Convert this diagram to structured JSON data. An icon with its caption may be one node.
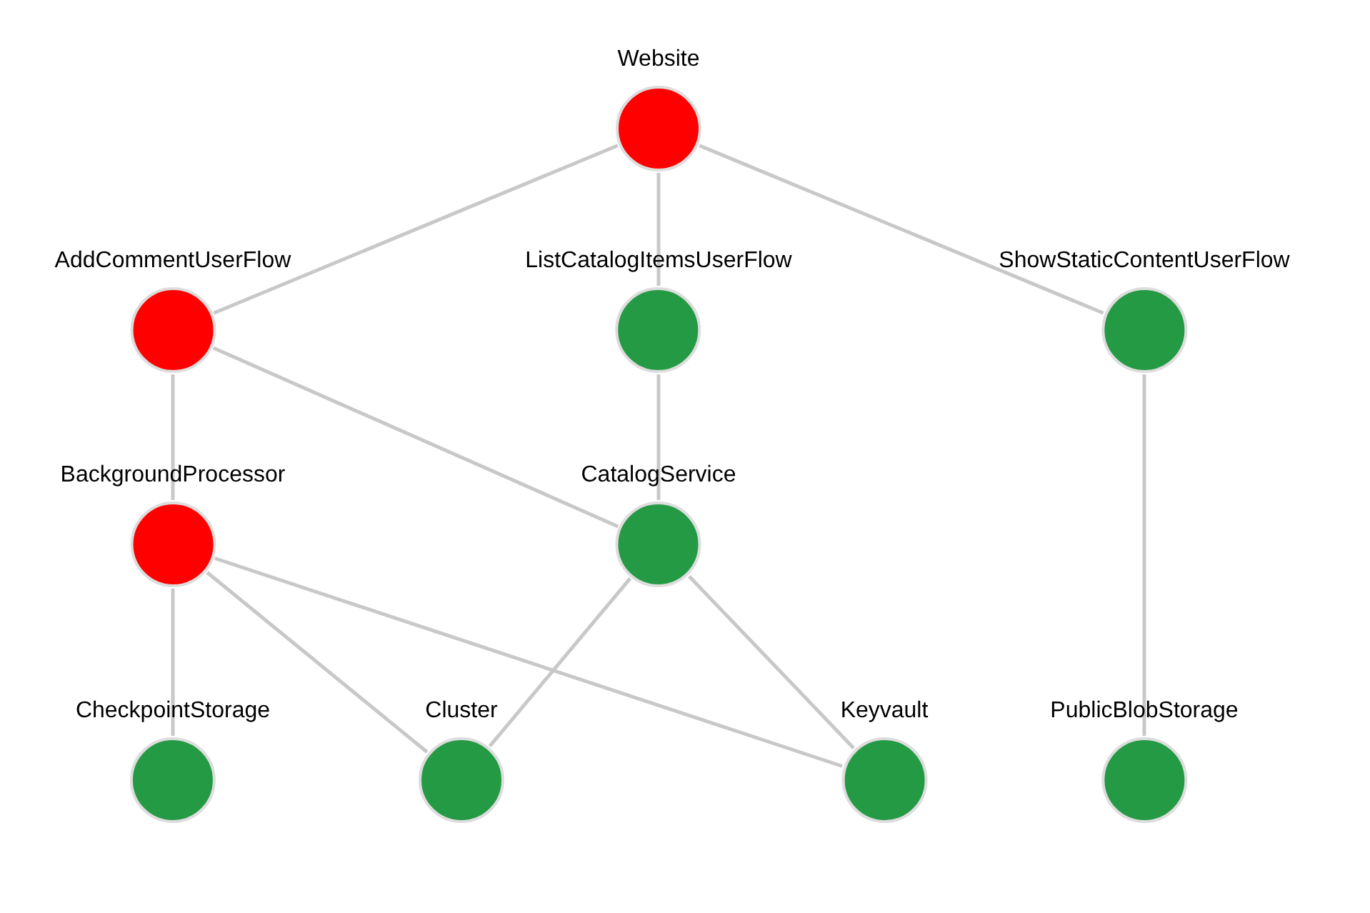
{
  "diagram": {
    "nodes": [
      {
        "text": [
          "Website"
        ]
      },
      {
        "text": [
          "AddCommentUserFlow"
        ]
      },
      {
        "text": [
          "ListCatalogItemsUserFlow"
        ]
      },
      {
        "text": [
          "ShowStaticContentUserFlow"
        ]
      },
      {
        "text": [
          "BackgroundProcessor"
        ]
      },
      {
        "text": [
          "CatalogService"
        ]
      },
      {
        "text": [
          "CheckpointStorage"
        ]
      },
      {
        "text": [
          "Cluster"
        ]
      },
      {
        "text": [
          "Keyvault"
        ]
      },
      {
        "text": [
          "PublicBlobStorage"
        ]
      }
    ],
    "edges": [
      {
        "from": 0,
        "to": 1,
        "arrow": "none"
      },
      {
        "from": 0,
        "to": 2,
        "arrow": "none"
      },
      {
        "from": 0,
        "to": 3,
        "arrow": "none"
      },
      {
        "from": 1,
        "to": 4,
        "arrow": "none"
      },
      {
        "from": 1,
        "to": 5,
        "arrow": "none"
      },
      {
        "from": 2,
        "to": 5,
        "arrow": "none"
      },
      {
        "from": 3,
        "to": 9,
        "arrow": "none"
      },
      {
        "from": 4,
        "to": 6,
        "arrow": "none"
      },
      {
        "from": 4,
        "to": 7,
        "arrow": "none"
      },
      {
        "from": 4,
        "to": 8,
        "arrow": "none"
      },
      {
        "from": 5,
        "to": 7,
        "arrow": "none"
      },
      {
        "from": 5,
        "to": 8,
        "arrow": "none"
      }
    ]
  }
}
